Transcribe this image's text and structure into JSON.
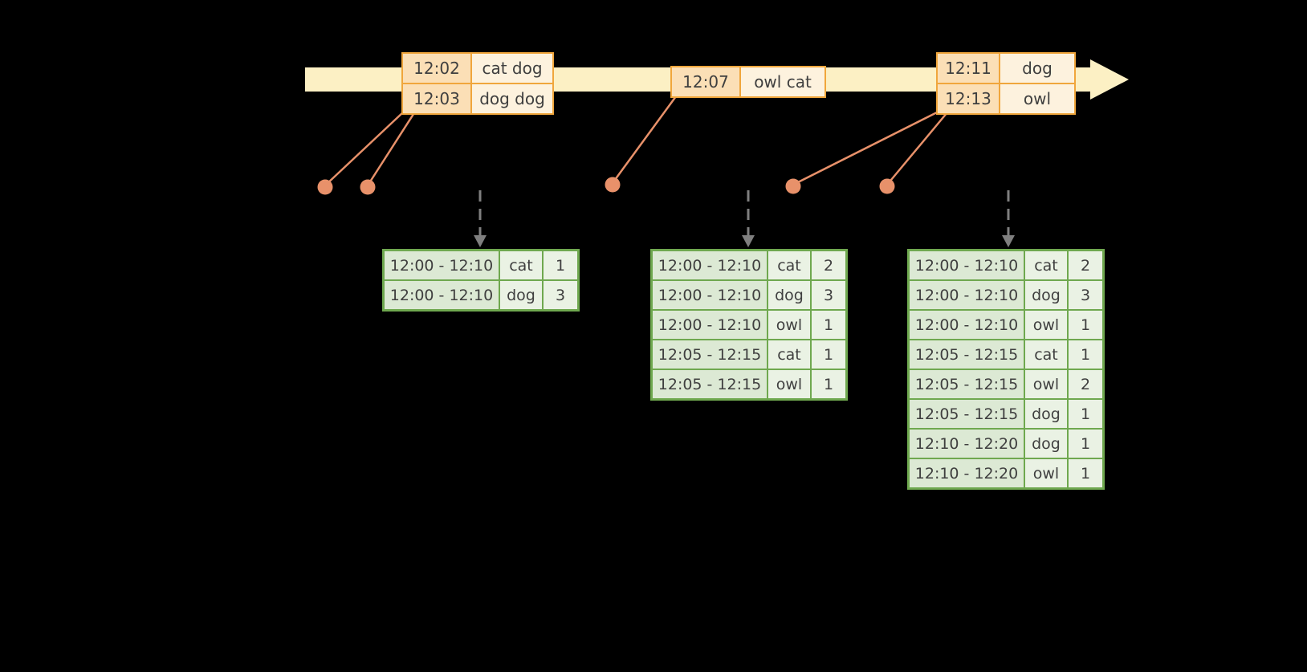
{
  "diagram": {
    "event_tables": [
      {
        "rows": [
          [
            "12:02",
            "cat dog"
          ],
          [
            "12:03",
            "dog dog"
          ]
        ]
      },
      {
        "rows": [
          [
            "12:07",
            "owl cat"
          ]
        ]
      },
      {
        "rows": [
          [
            "12:11",
            "dog"
          ],
          [
            "12:13",
            "owl"
          ]
        ]
      }
    ],
    "result_tables": [
      {
        "rows": [
          [
            "12:00 - 12:10",
            "cat",
            "1"
          ],
          [
            "12:00 - 12:10",
            "dog",
            "3"
          ]
        ]
      },
      {
        "rows": [
          [
            "12:00 - 12:10",
            "cat",
            "2"
          ],
          [
            "12:00 - 12:10",
            "dog",
            "3"
          ],
          [
            "12:00 - 12:10",
            "owl",
            "1"
          ],
          [
            "12:05 - 12:15",
            "cat",
            "1"
          ],
          [
            "12:05 - 12:15",
            "owl",
            "1"
          ]
        ]
      },
      {
        "rows": [
          [
            "12:00 - 12:10",
            "cat",
            "2"
          ],
          [
            "12:00 - 12:10",
            "dog",
            "3"
          ],
          [
            "12:00 - 12:10",
            "owl",
            "1"
          ],
          [
            "12:05 - 12:15",
            "cat",
            "1"
          ],
          [
            "12:05 - 12:15",
            "owl",
            "2"
          ],
          [
            "12:05 - 12:15",
            "dog",
            "1"
          ],
          [
            "12:10 - 12:20",
            "dog",
            "1"
          ],
          [
            "12:10 - 12:20",
            "owl",
            "1"
          ]
        ]
      }
    ]
  },
  "colors": {
    "background": "#000000",
    "timeline-fill": "#FCF0C4",
    "event-border": "#F0A63C",
    "event-time-fill": "#FBDFB6",
    "event-value-fill": "#FDF2DE",
    "connector": "#E8916A",
    "dot": "#E8916A",
    "dashed-arrow": "#7F7F7F",
    "result-border": "#6FA84F",
    "result-time-fill": "#DCE9D4",
    "result-value-fill": "#EAF2E4",
    "text": "#3F3F3F"
  }
}
